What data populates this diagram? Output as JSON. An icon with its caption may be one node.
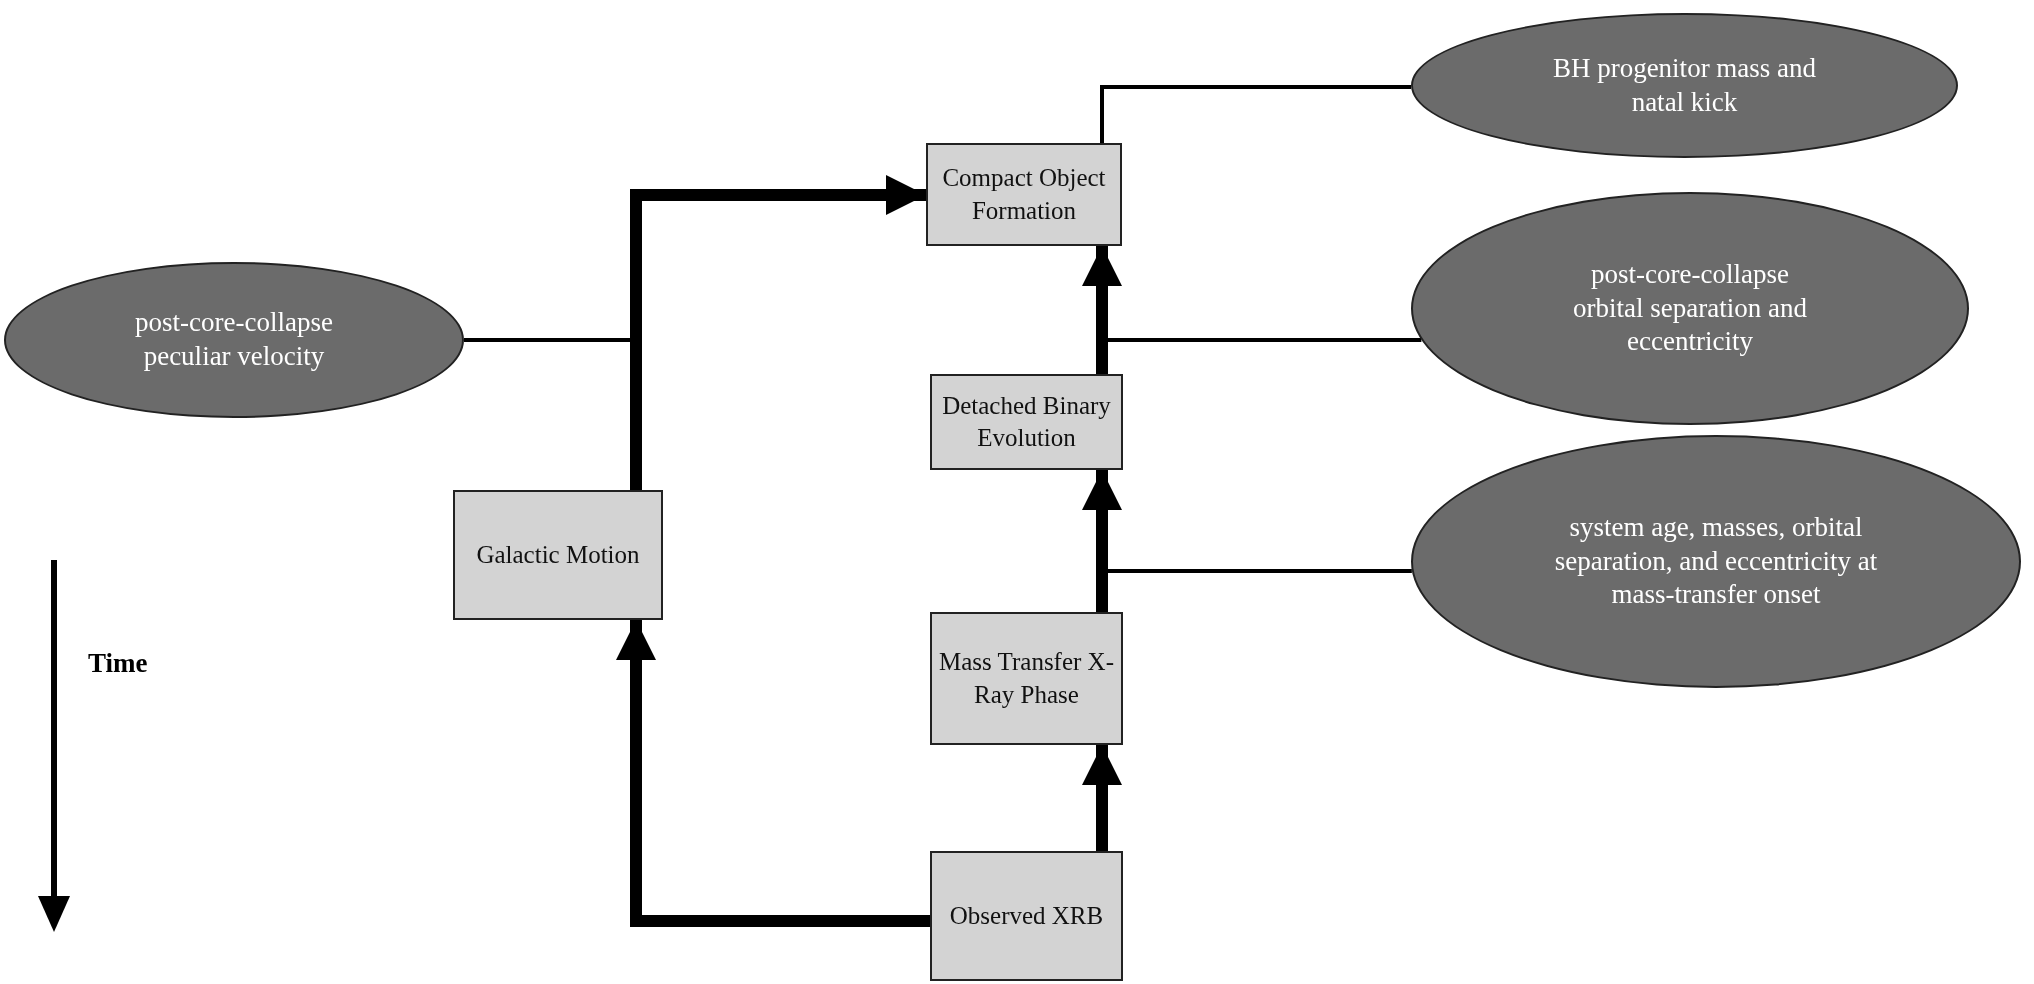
{
  "diagram": {
    "nodes": [
      {
        "text": [
          "Compact Object Formation"
        ]
      },
      {
        "text": [
          "Detached Binary Evolution"
        ]
      },
      {
        "text": [
          "Mass Transfer X-Ray Phase"
        ]
      },
      {
        "text": [
          "Observed XRB"
        ]
      },
      {
        "text": [
          "Galactic Motion"
        ]
      },
      {
        "text": [
          "BH progenitor mass and natal kick"
        ]
      },
      {
        "text": [
          "post-core-collapse peculiar velocity"
        ]
      },
      {
        "text": [
          "post-core-collapse orbital separation and eccentricity"
        ]
      },
      {
        "text": [
          "system age, masses, orbital separation, and eccentricity at mass-transfer onset"
        ]
      }
    ],
    "edges": [
      {
        "from": 3,
        "to": 2,
        "arrow": "to"
      },
      {
        "from": 2,
        "to": 1,
        "arrow": "to"
      },
      {
        "from": 1,
        "to": 0,
        "arrow": "to"
      },
      {
        "from": 3,
        "to": 4,
        "arrow": "to"
      },
      {
        "from": 4,
        "to": 0,
        "arrow": "to"
      },
      {
        "from": 5,
        "to": 0,
        "arrow": "none"
      },
      {
        "from": 6,
        "to": null,
        "arrow": "none"
      },
      {
        "from": 7,
        "to": null,
        "arrow": "none"
      },
      {
        "from": 8,
        "to": null,
        "arrow": "none"
      }
    ],
    "labels": [
      "Time"
    ]
  }
}
